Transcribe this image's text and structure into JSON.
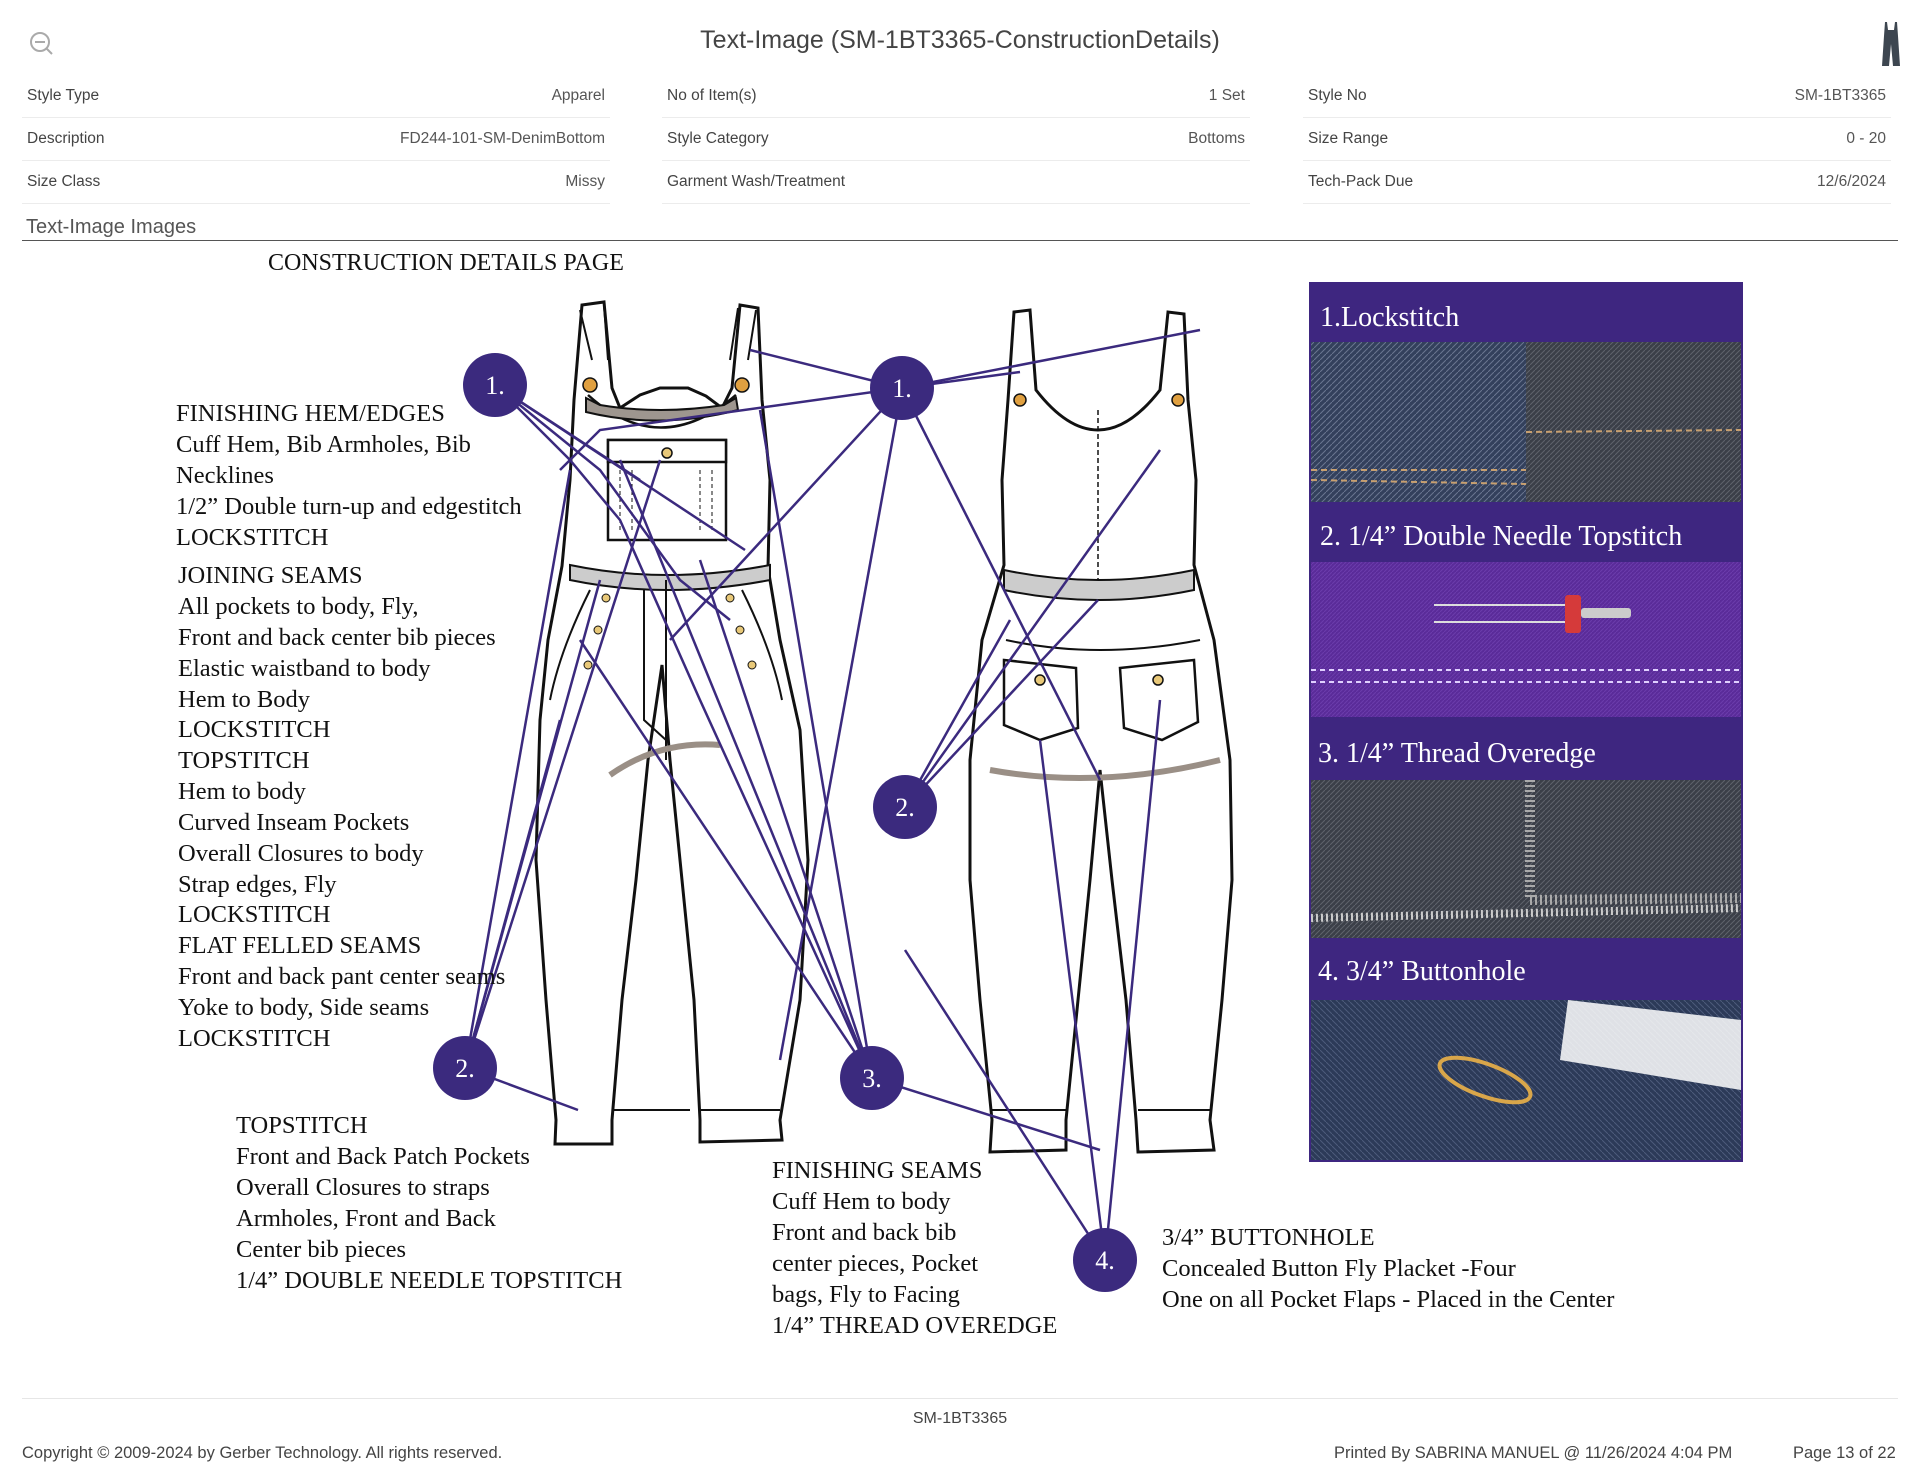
{
  "header": {
    "title": "Text-Image (SM-1BT3365-ConstructionDetails)",
    "icons": {
      "left": "zoom-out-icon",
      "right": "garment-thumbnail-icon"
    }
  },
  "info": {
    "col1": [
      {
        "label": "Style Type",
        "value": "Apparel"
      },
      {
        "label": "Description",
        "value": "FD244-101-SM-DenimBottom"
      },
      {
        "label": "Size Class",
        "value": "Missy"
      }
    ],
    "col2": [
      {
        "label": "No of Item(s)",
        "value": "1 Set"
      },
      {
        "label": "Style Category",
        "value": "Bottoms"
      },
      {
        "label": "Garment Wash/Treatment",
        "value": ""
      }
    ],
    "col3": [
      {
        "label": "Style No",
        "value": "SM-1BT3365"
      },
      {
        "label": "Size Range",
        "value": "0 - 20"
      },
      {
        "label": "Tech-Pack Due",
        "value": "12/6/2024"
      }
    ]
  },
  "section_title": "Text-Image Images",
  "sheet": {
    "heading": "CONSTRUCTION DETAILS PAGE",
    "callouts": [
      "1.",
      "2.",
      "1.",
      "2.",
      "3.",
      "4."
    ],
    "block1": [
      "FINISHING HEM/EDGES",
      "Cuff Hem, Bib Armholes, Bib",
      "Necklines",
      "1/2” Double turn-up and edgestitch",
      "LOCKSTITCH"
    ],
    "block2": [
      "JOINING SEAMS",
      "All pockets to body, Fly,",
      "Front and back center bib pieces",
      "Elastic waistband to body",
      "Hem to Body",
      "LOCKSTITCH",
      "TOPSTITCH",
      "Hem to body",
      "Curved Inseam Pockets",
      "Overall Closures to body",
      "Strap edges, Fly",
      "LOCKSTITCH",
      "FLAT FELLED SEAMS",
      "Front and back pant center seams",
      "Yoke to body, Side seams",
      "LOCKSTITCH"
    ],
    "block3": [
      "TOPSTITCH",
      "Front and Back Patch Pockets",
      "Overall Closures to straps",
      "Armholes, Front and Back",
      "Center bib pieces",
      "1/4” DOUBLE NEEDLE TOPSTITCH"
    ],
    "block4": [
      "FINISHING SEAMS",
      "Cuff Hem to body",
      "Front and back bib",
      "center pieces, Pocket",
      "bags, Fly to Facing",
      "1/4” THREAD OVEREDGE"
    ],
    "block5": [
      "3/4” BUTTONHOLE",
      "Concealed Button Fly Placket -Four",
      "One on all Pocket Flaps - Placed in the Center"
    ],
    "panels": [
      "1.Lockstitch",
      "2. 1/4” Double Needle Topstitch",
      "3. 1/4” Thread Overedge",
      "4. 3/4” Buttonhole"
    ],
    "colors": {
      "purple": "#3b2a7e",
      "panel": "#3e2680",
      "denim": "#2f3d5c"
    }
  },
  "footer": {
    "code": "SM-1BT3365",
    "copyright": "Copyright © 2009-2024 by Gerber Technology. All rights reserved.",
    "printed": "Printed By SABRINA MANUEL @ 11/26/2024 4:04 PM",
    "page": "Page 13 of 22"
  }
}
